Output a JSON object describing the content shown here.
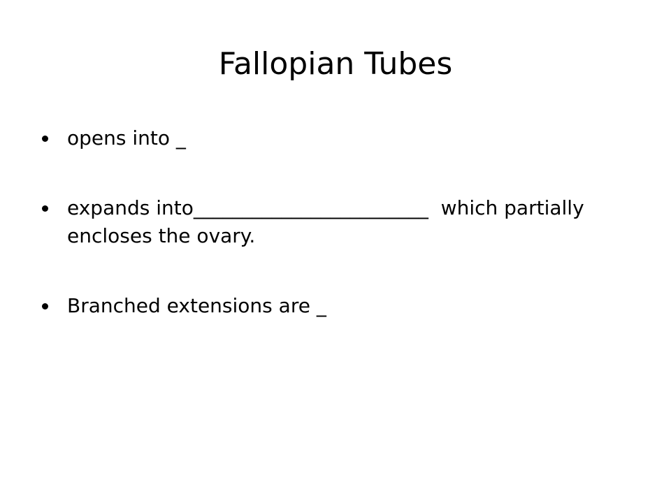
{
  "slide": {
    "title": "Fallopian Tubes",
    "bullets": [
      {
        "text": "opens into _"
      },
      {
        "text": "expands into________________________  which partially encloses the ovary."
      },
      {
        "text": "Branched extensions are _"
      }
    ]
  },
  "colors": {
    "background": "#ffffff",
    "text": "#000000"
  }
}
